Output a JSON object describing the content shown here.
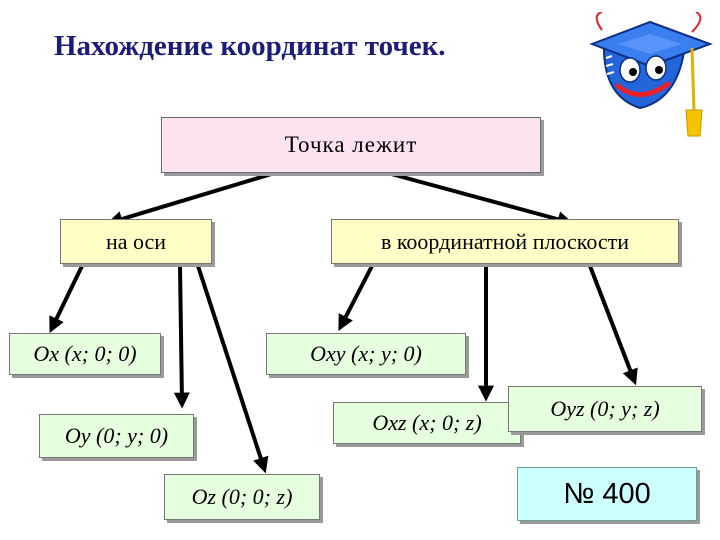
{
  "title": "Нахождение координат точек.",
  "root": "Точка лежит",
  "categories": {
    "axis": "на оси",
    "plane": "в координатной плоскости"
  },
  "leaves": {
    "ox": "Ox (x; 0; 0)",
    "oy": "Oy (0; y; 0)",
    "oz": "Oz (0; 0; z)",
    "oxy": "Oxy (x; y; 0)",
    "oxz": "Oxz (x; 0; z)",
    "oyz": "Oyz (0; y; z)"
  },
  "task_number": "№ 400",
  "colors": {
    "title": "#1c1c7a",
    "root_fill": "#fde2f2",
    "category_fill": "#ffffc6",
    "leaf_fill": "#e6ffdf",
    "number_fill": "#ccffff",
    "arrow": "#000000",
    "logo_cap": "#1e5bd6"
  },
  "icons": [
    "graduation-cap-mascot-icon"
  ]
}
